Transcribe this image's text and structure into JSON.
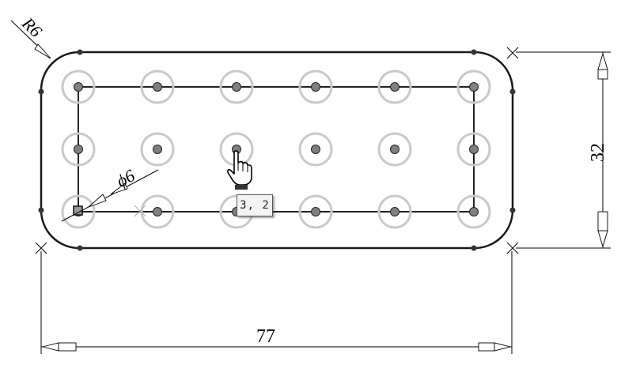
{
  "drawing": {
    "radius_label": "R6",
    "hole_diameter_label": "ϕ6",
    "height_label": "32",
    "width_label": "77",
    "grid_columns": 6,
    "grid_rows": 3
  },
  "cursor": {
    "icon": "hand-pointer-icon",
    "tooltip": "3, 2"
  },
  "colors": {
    "line": "#1a1a1a",
    "hole_ring": "#c9c9c9",
    "hole_center": "#808080",
    "tooltip_bg": "#f3f3f3"
  }
}
